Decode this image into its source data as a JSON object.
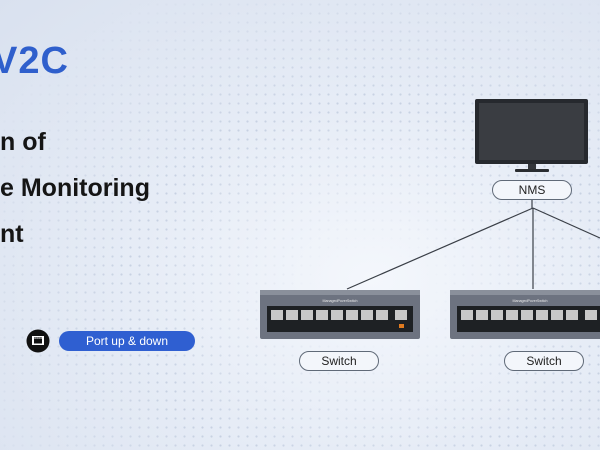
{
  "heading": "V2C",
  "lines": [
    "n of",
    "e Monitoring",
    "nt"
  ],
  "pill_label": "Port up & down",
  "port_icon": "ethernet-port-icon",
  "nodes": {
    "nms": "NMS",
    "switch1": "Switch",
    "switch2": "Switch"
  },
  "switch_brand": "ManagedPoverSwitch",
  "colors": {
    "accent": "#2f5fcc",
    "pill": "#2f5fd1",
    "device": "#6d7380"
  }
}
